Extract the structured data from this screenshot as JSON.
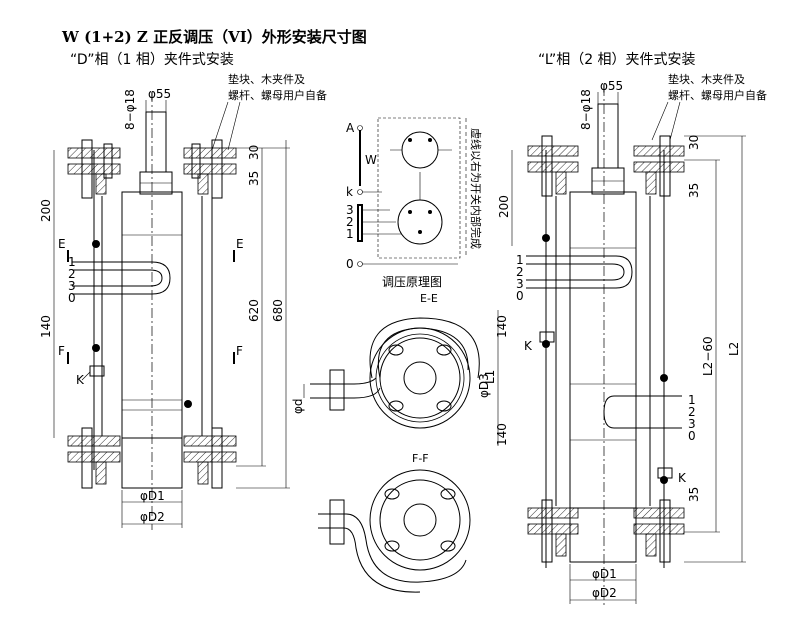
{
  "title": "W (1+2) Z  正反调压（VI）外形安装尺寸图",
  "left_view": {
    "caption": "“D”相（1 相）夹件式安装",
    "note_line1": "垫块、木夹件及",
    "note_line2": "螺杆、螺母用户自备",
    "bolt_spec": "8−φ18",
    "shaft_dia": "φ55",
    "dim_200": "200",
    "dim_140": "140",
    "dim_30": "30",
    "dim_35": "35",
    "dim_620": "620",
    "dim_680": "680",
    "dim_D1": "φD1",
    "dim_D2": "φD2",
    "section_E": "E",
    "section_F": "F",
    "terminal_1": "1",
    "terminal_2": "2",
    "terminal_3": "3",
    "terminal_0": "0",
    "terminal_K": "K"
  },
  "schematic": {
    "label_A": "A",
    "label_W": "W",
    "label_k": "k",
    "label_3": "3",
    "label_2": "2",
    "label_1": "1",
    "label_0": "0",
    "caption": "调压原理图",
    "side_note": "虚线以右为开关内部完成"
  },
  "section_EE": {
    "label": "E-E",
    "dim_d": "φd",
    "dim_L1": "L1",
    "dim_D3": "φD3",
    "dim_140a": "140",
    "dim_140b": "140"
  },
  "section_FF": {
    "label": "F-F"
  },
  "right_view": {
    "caption": "“L”相（2 相）夹件式安装",
    "note_line1": "垫块、木夹件及",
    "note_line2": "螺杆、螺母用户自备",
    "bolt_spec": "8−φ18",
    "shaft_dia": "φ55",
    "dim_200": "200",
    "dim_30": "30",
    "dim_35a": "35",
    "dim_35b": "35",
    "dim_L2_60": "L2−60",
    "dim_L2": "L2",
    "dim_D1": "φD1",
    "dim_D2": "φD2",
    "terminal_1": "1",
    "terminal_2": "2",
    "terminal_3": "3",
    "terminal_0": "0",
    "terminal_K": "K"
  }
}
